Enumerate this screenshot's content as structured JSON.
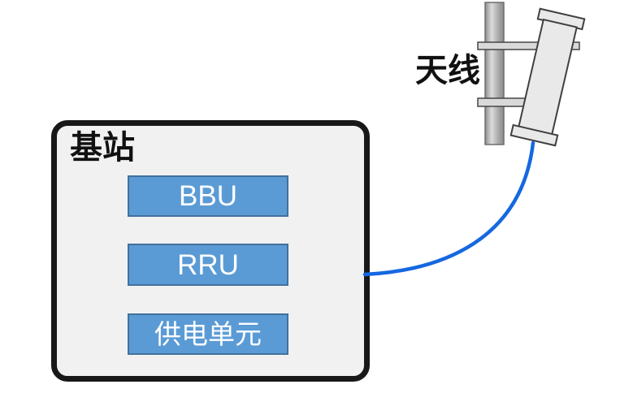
{
  "station": {
    "label": "基站",
    "units": [
      {
        "label": "BBU"
      },
      {
        "label": "RRU"
      },
      {
        "label": "供电单元"
      }
    ]
  },
  "antenna": {
    "label": "天线"
  },
  "colors": {
    "unit_fill": "#5B9BD5",
    "unit_border": "#41719C",
    "unit_text": "#FFFFFF",
    "station_fill": "#F1F1F1",
    "station_border": "#181818",
    "cable_blue": "#1568E1",
    "metal_fill": "#E9E9E9",
    "metal_stroke": "#454545",
    "bracket_fill": "#D9D9D9",
    "pole_gray": "#ABABAB"
  }
}
